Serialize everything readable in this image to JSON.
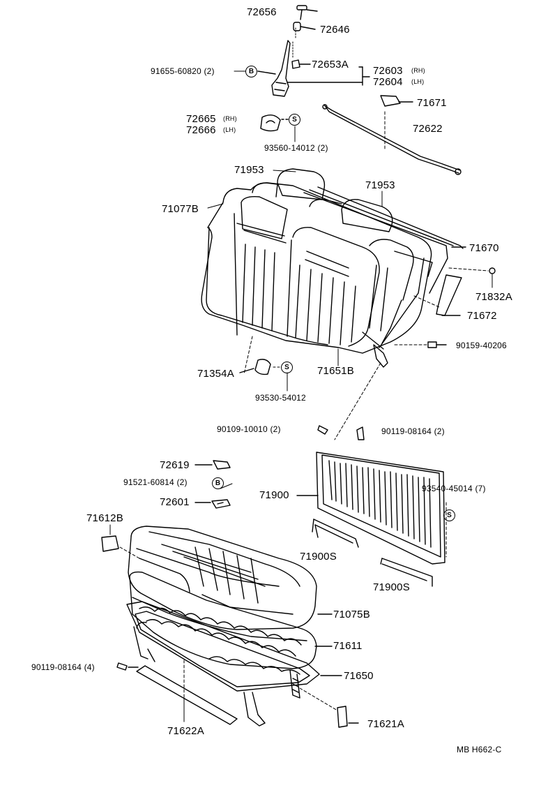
{
  "diagram": {
    "code": "MB  H662-C",
    "symbols": {
      "bolt": "B",
      "screw": "S"
    },
    "parts": {
      "p72656": "72656",
      "p72646": "72646",
      "p72653A": "72653A",
      "p72603": "72603",
      "p72604": "72604",
      "rh": "(RH)",
      "lh": "(LH)",
      "p91655": "91655-60820 (2)",
      "p71671": "71671",
      "p72622": "72622",
      "p72665": "72665",
      "p72666": "72666",
      "p93560": "93560-14012 (2)",
      "p71953a": "71953",
      "p71953b": "71953",
      "p71077B": "71077B",
      "p71670": "71670",
      "p71832A": "71832A",
      "p71672": "71672",
      "p90159": "90159-40206",
      "p71354A": "71354A",
      "p71651B": "71651B",
      "p93530": "93530-54012",
      "p90109": "90109-10010 (2)",
      "p90119a": "90119-08164 (2)",
      "p72619": "72619",
      "p91521": "91521-60814 (2)",
      "p72601": "72601",
      "p71900": "71900",
      "p93540": "93540-45014 (7)",
      "p71612B": "71612B",
      "p71900Sa": "71900S",
      "p71900Sb": "71900S",
      "p71075B": "71075B",
      "p71611": "71611",
      "p90119b": "90119-08164 (4)",
      "p71650": "71650",
      "p71621A": "71621A",
      "p71622A": "71622A"
    }
  }
}
